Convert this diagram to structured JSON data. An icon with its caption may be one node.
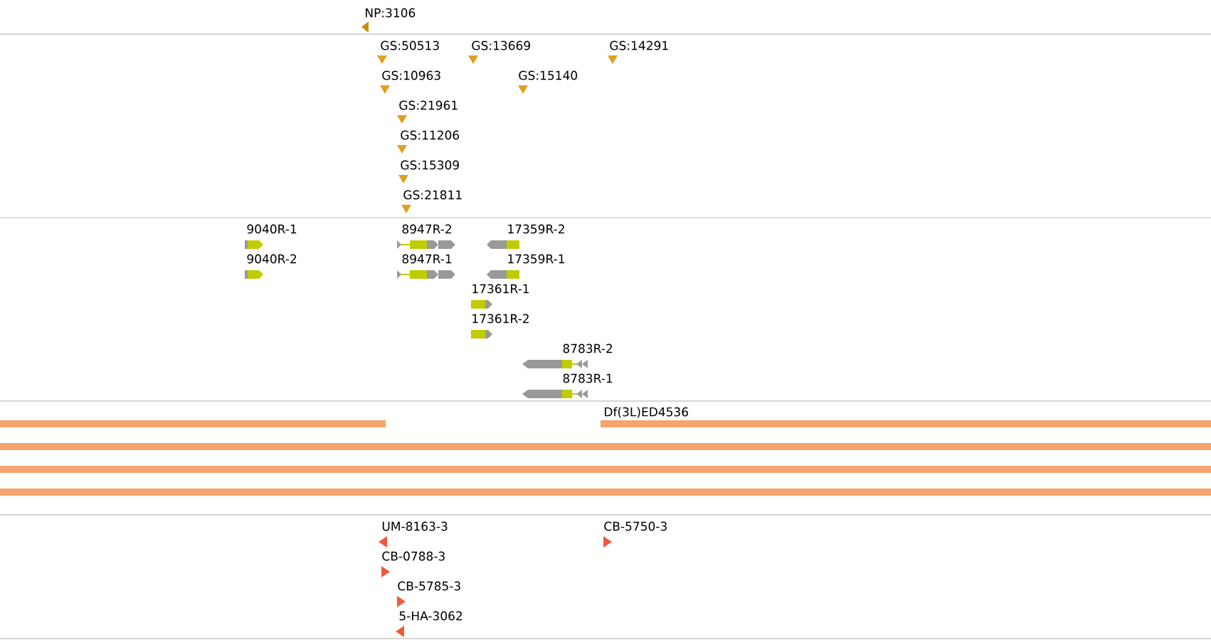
{
  "diagram": {
    "labels": [
      "NP:3106",
      "GS:50513",
      "GS:13669",
      "GS:14291",
      "GS:10963",
      "GS:15140",
      "GS:21961",
      "GS:11206",
      "GS:15309",
      "GS:21811",
      "9040R-1",
      "9040R-2",
      "8947R-2",
      "8947R-1",
      "17359R-2",
      "17359R-1",
      "17361R-1",
      "17361R-2",
      "8783R-2",
      "8783R-1",
      "Df(3L)ED4536",
      "UM-8163-3",
      "CB-5750-3",
      "CB-0788-3",
      "CB-5785-3",
      "5-HA-3062"
    ]
  }
}
